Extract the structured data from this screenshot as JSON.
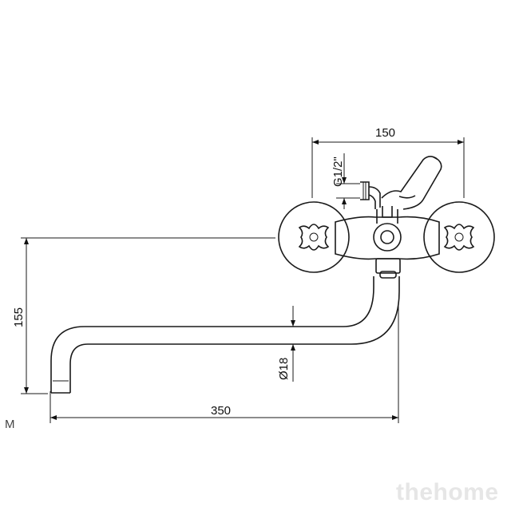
{
  "dimensions": {
    "width_label": "150",
    "thread_label": "G1/2\"",
    "height_label": "155",
    "diameter_label": "Ø18",
    "length_label": "350"
  },
  "corner_mark": "M",
  "watermark": "thehome"
}
